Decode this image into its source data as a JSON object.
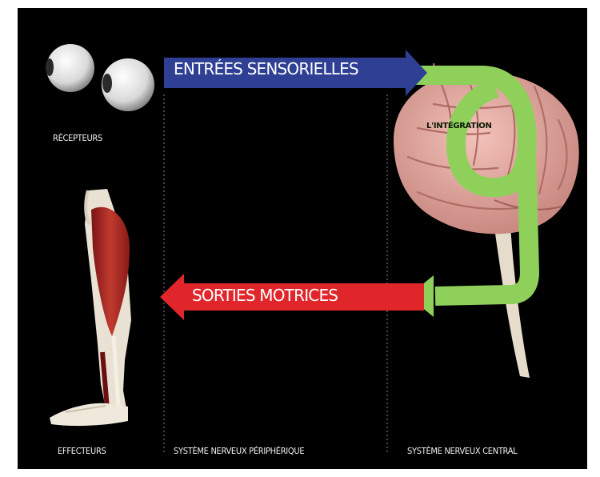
{
  "diagram": {
    "arrows": {
      "input": "ENTRÉES SENSORIELLES",
      "output": "SORTIES MOTRICES",
      "integration": "L'INTÉGRATION"
    },
    "labels": {
      "receptors": "RÉCEPTEURS",
      "effectors": "EFFECTEURS",
      "peripheral": "SYSTÈME NERVEUX PÉRIPHÉRIQUE",
      "central": "SYSTÈME NERVEUX CENTRAL"
    },
    "colors": {
      "background": "#000000",
      "input_arrow": "#2e3f94",
      "output_arrow": "#e0262b",
      "integration_arrow": "#8ed05a"
    }
  }
}
